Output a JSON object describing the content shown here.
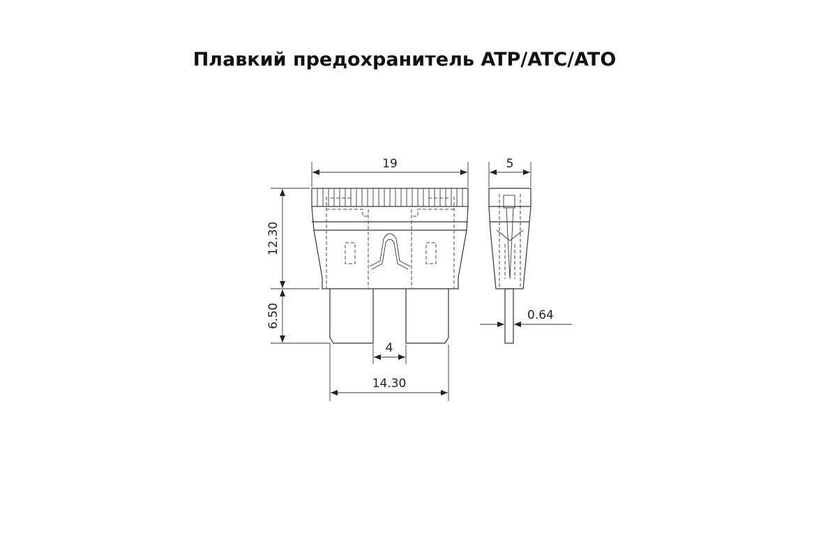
{
  "title": "Плавкий предохранитель ATP/ATC/ATO",
  "dimensions": {
    "width_top": "19",
    "height_body": "12.30",
    "height_blade": "6.50",
    "blade_gap": "4",
    "blade_span": "14.30",
    "thickness": "5",
    "blade_thickness": "0.64"
  }
}
